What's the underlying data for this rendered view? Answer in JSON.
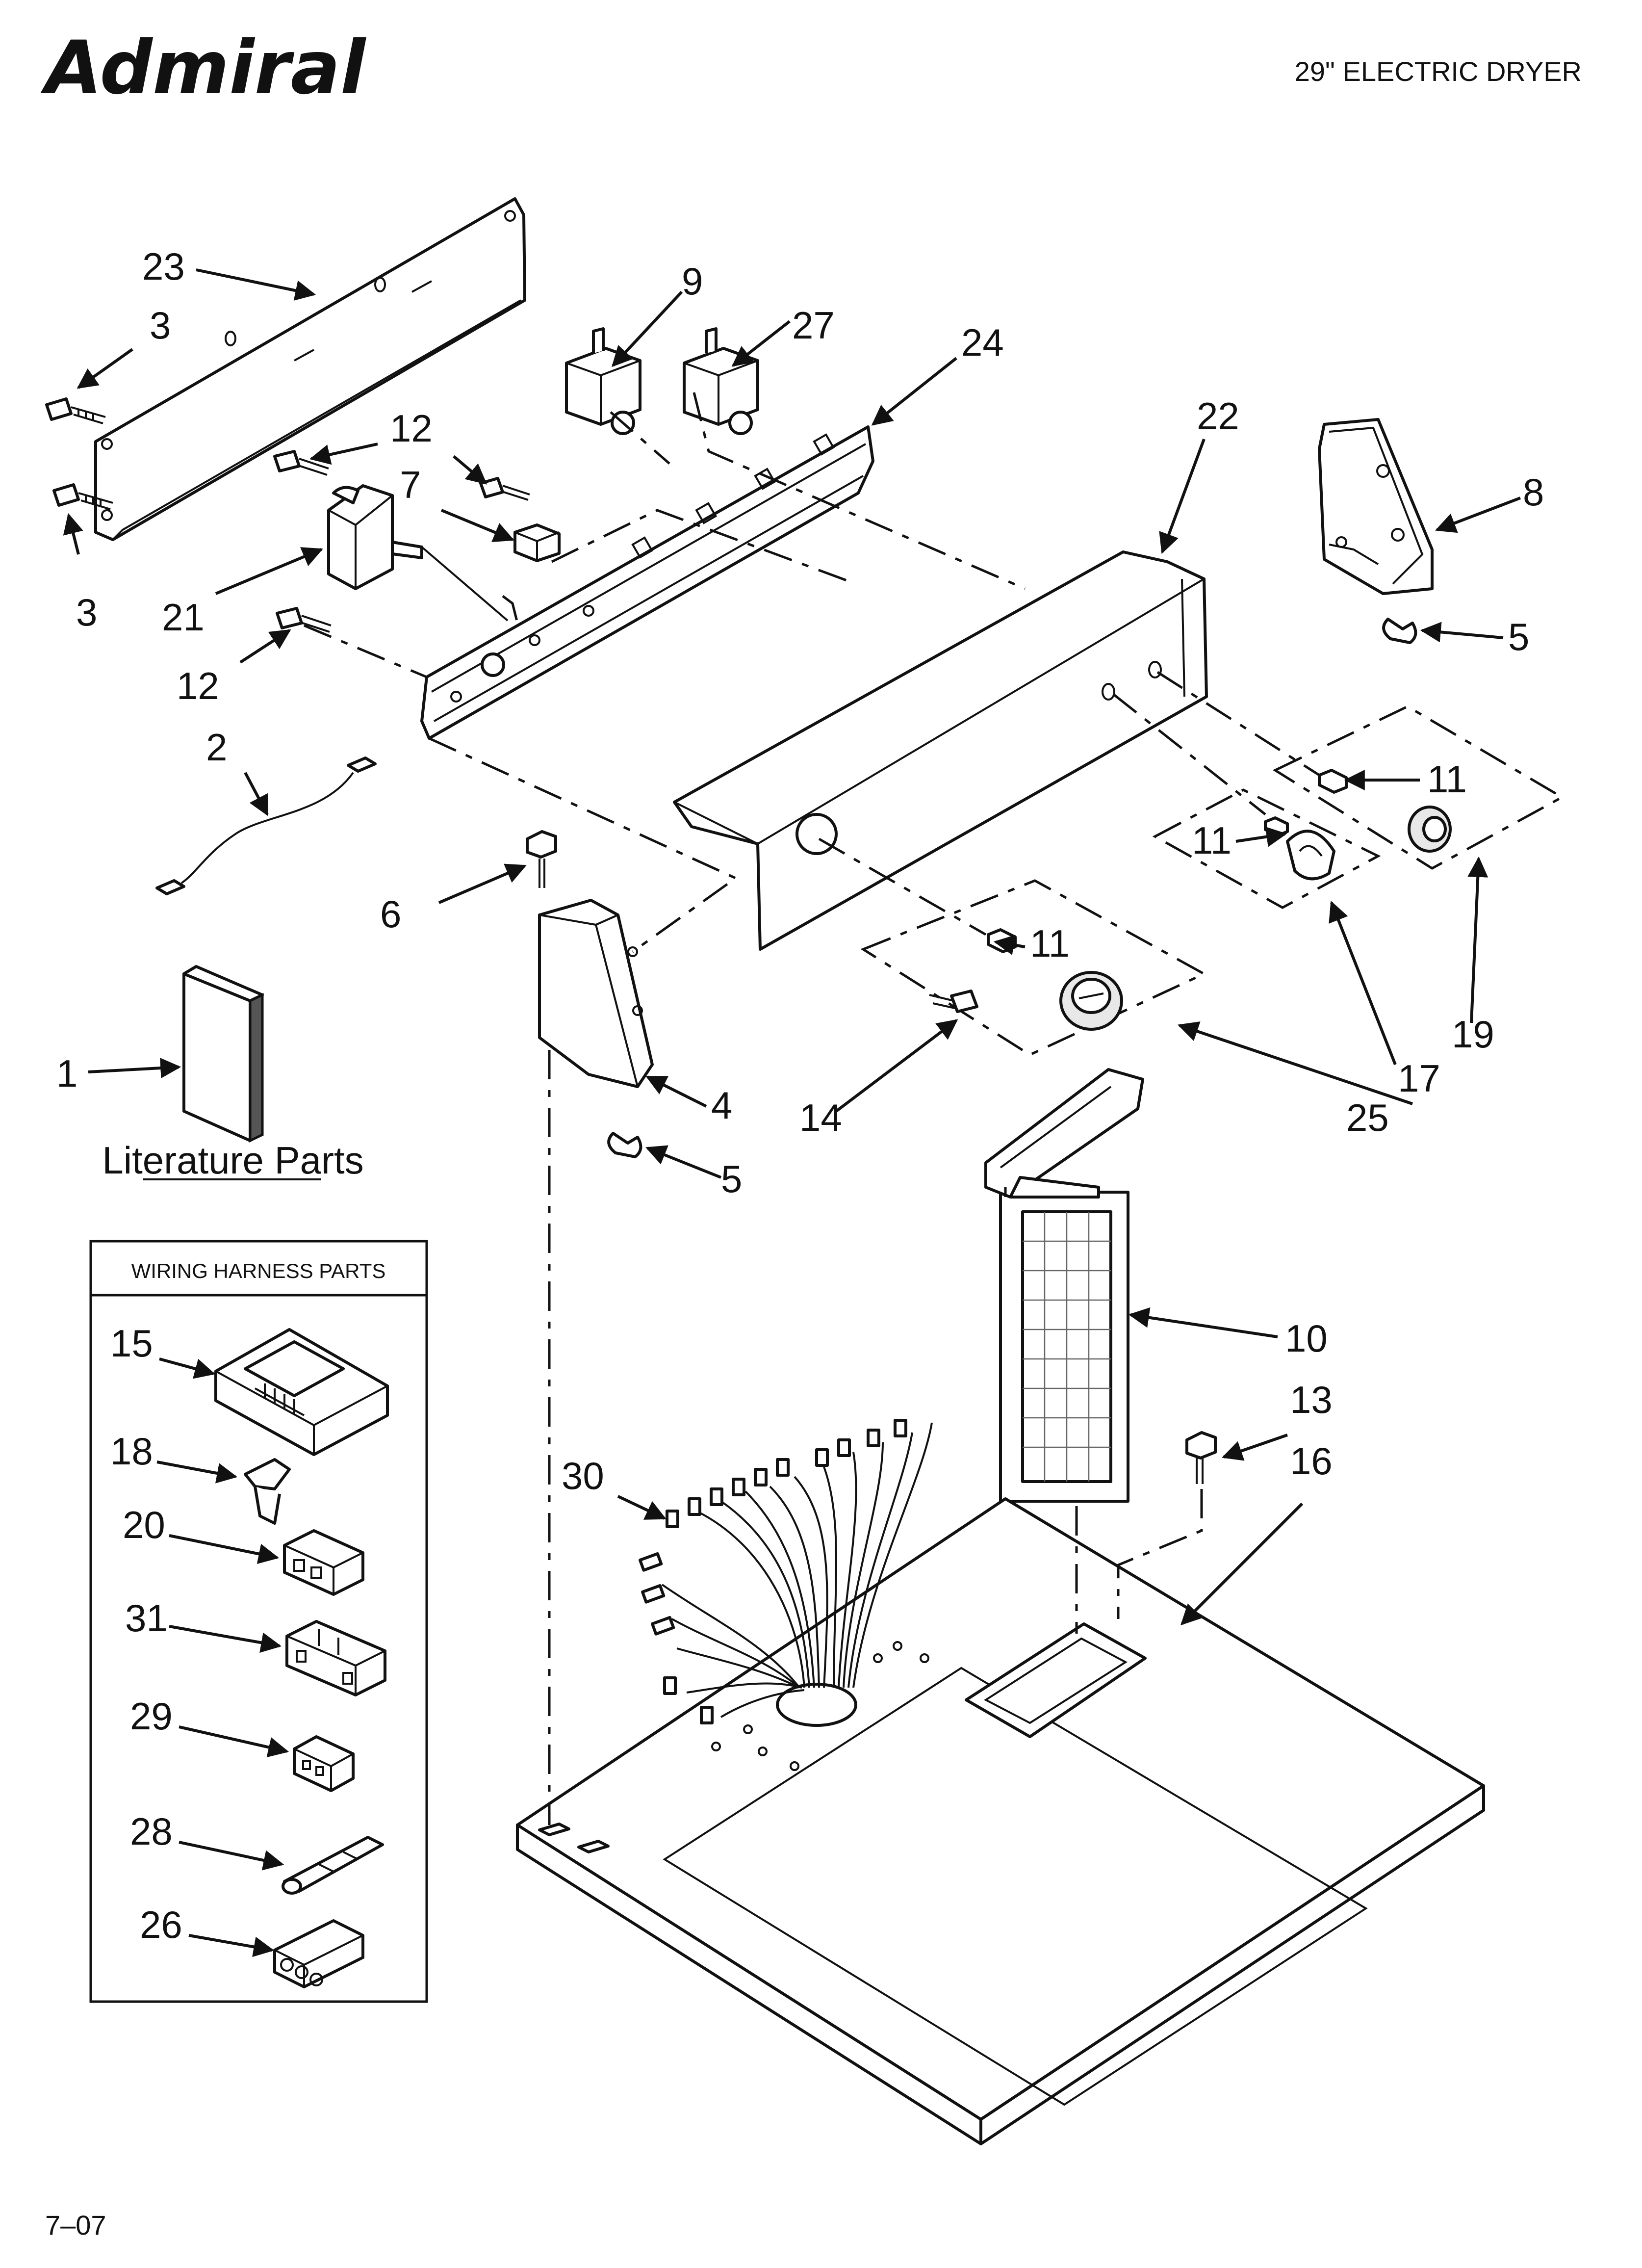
{
  "brand": "Admiral",
  "model_title": "29\" ELECTRIC DRYER",
  "footer_code": "7–07",
  "literature_caption": "Literature Parts",
  "wiring_box_title": "WIRING HARNESS PARTS",
  "callouts": {
    "c1": "1",
    "c2": "2",
    "c3a": "3",
    "c3b": "3",
    "c4": "4",
    "c5a": "5",
    "c5b": "5",
    "c6": "6",
    "c7": "7",
    "c8": "8",
    "c9": "9",
    "c10": "10",
    "c11a": "11",
    "c11b": "11",
    "c11c": "11",
    "c12a": "12",
    "c12b": "12",
    "c13": "13",
    "c14": "14",
    "c15": "15",
    "c16": "16",
    "c17": "17",
    "c18": "18",
    "c19": "19",
    "c20": "20",
    "c21": "21",
    "c22": "22",
    "c23": "23",
    "c24": "24",
    "c25": "25",
    "c26": "26",
    "c27": "27",
    "c28": "28",
    "c29": "29",
    "c30": "30",
    "c31": "31"
  }
}
